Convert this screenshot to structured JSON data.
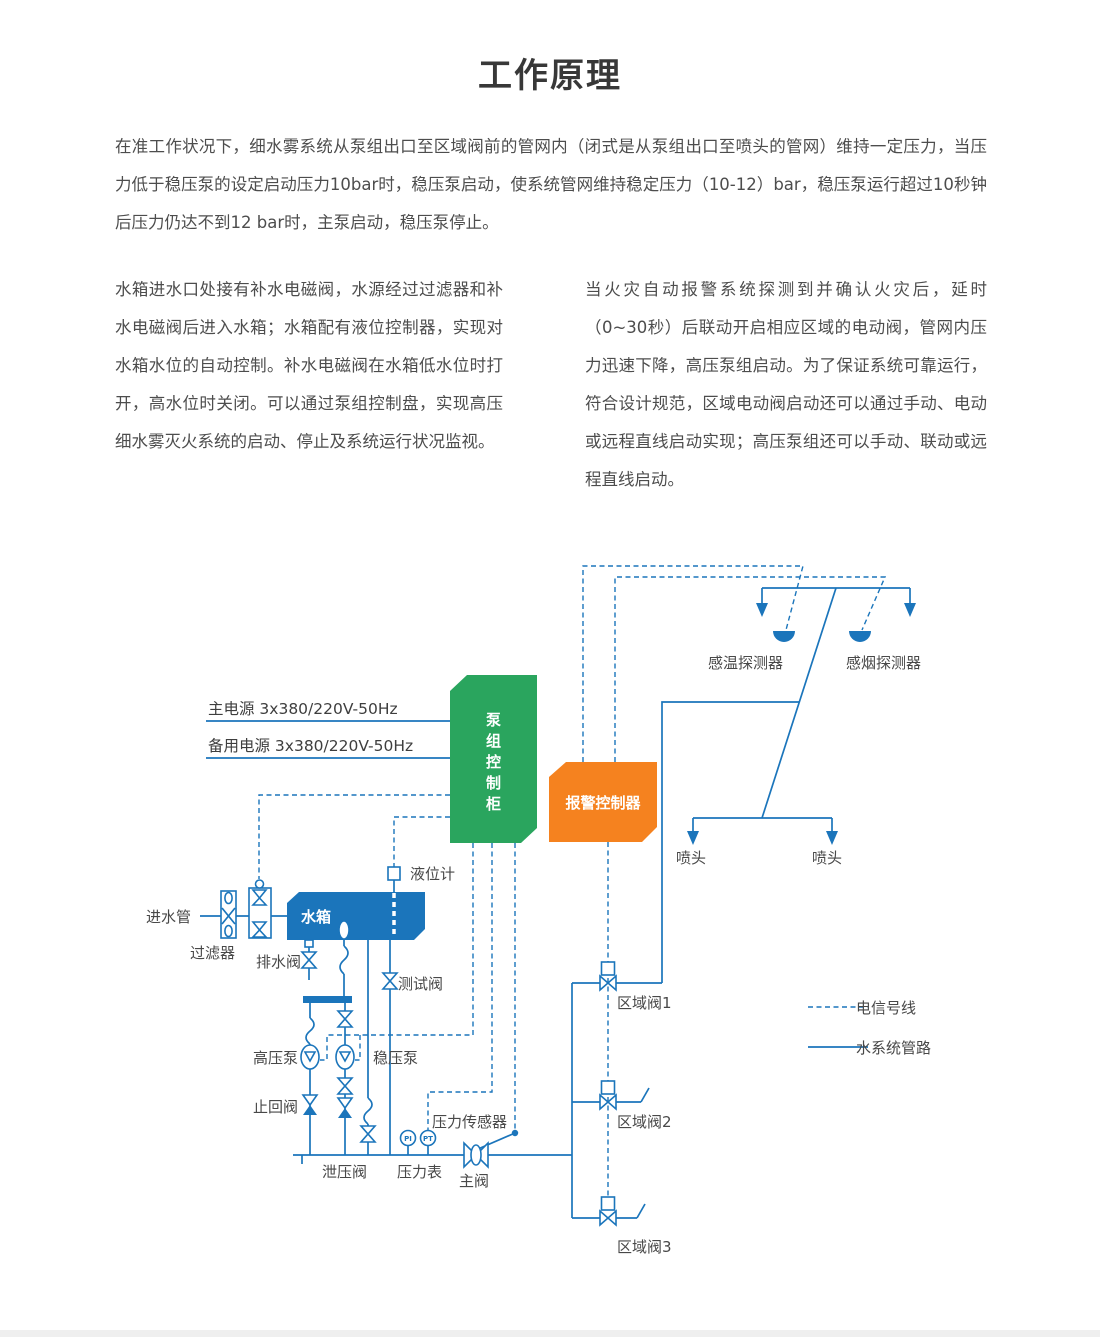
{
  "page": {
    "title": "工作原理"
  },
  "paragraphs": {
    "intro": "在准工作状况下，细水雾系统从泵组出口至区域阀前的管网内（闭式是从泵组出口至喷头的管网）维持一定压力，当压力低于稳压泵的设定启动压力10bar时，稳压泵启动，使系统管网维持稳定压力（10-12）bar，稳压泵运行超过10秒钟后压力仍达不到12 bar时，主泵启动，稳压泵停止。",
    "left_column": "水箱进水口处接有补水电磁阀，水源经过过滤器和补水电磁阀后进入水箱；水箱配有液位控制器，实现对水箱水位的自动控制。补水电磁阀在水箱低水位时打开，高水位时关闭。可以通过泵组控制盘，实现高压细水雾灭火系统的启动、停止及系统运行状况监视。",
    "right_column": "当火灾自动报警系统探测到并确认火灾后，延时（0~30秒）后联动开启相应区域的电动阀，管网内压力迅速下降，高压泵组启动。为了保证系统可靠运行，符合设计规范，区域电动阀启动还可以通过手动、电动或远程直线启动实现；高压泵组还可以手动、联动或远程直线启动。"
  },
  "diagram": {
    "power": {
      "main": "主电源  3x380/220V-50Hz",
      "backup": "备用电源  3x380/220V-50Hz"
    },
    "boxes": {
      "pump_cabinet": "泵组控制柜",
      "alarm_controller": "报警控制器",
      "water_tank": "水箱"
    },
    "labels": {
      "inlet_pipe": "进水管",
      "filter": "过滤器",
      "drain_valve": "排水阀",
      "level_gauge": "液位计",
      "test_valve": "测试阀",
      "hp_pump": "高压泵",
      "stabilizer_pump": "稳压泵",
      "check_valve": "止回阀",
      "relief_valve": "泄压阀",
      "pressure_gauge": "压力表",
      "pressure_sensor": "压力传感器",
      "main_valve": "主阀",
      "gauge_pi": "PI",
      "gauge_pt": "PT",
      "zone_valve1": "区域阀1",
      "zone_valve2": "区域阀2",
      "zone_valve3": "区域阀3",
      "temp_detector": "感温探测器",
      "smoke_detector": "感烟探测器",
      "nozzle": "喷头"
    },
    "legend": {
      "signal_line": "电信号线",
      "water_pipe": "水系统管路"
    },
    "colors": {
      "line_blue": "#1b75bb",
      "cabinet_green": "#2aa55e",
      "alarm_orange": "#f5821f",
      "tank_blue": "#1b75bb",
      "body_text": "#4d4d4d"
    }
  }
}
